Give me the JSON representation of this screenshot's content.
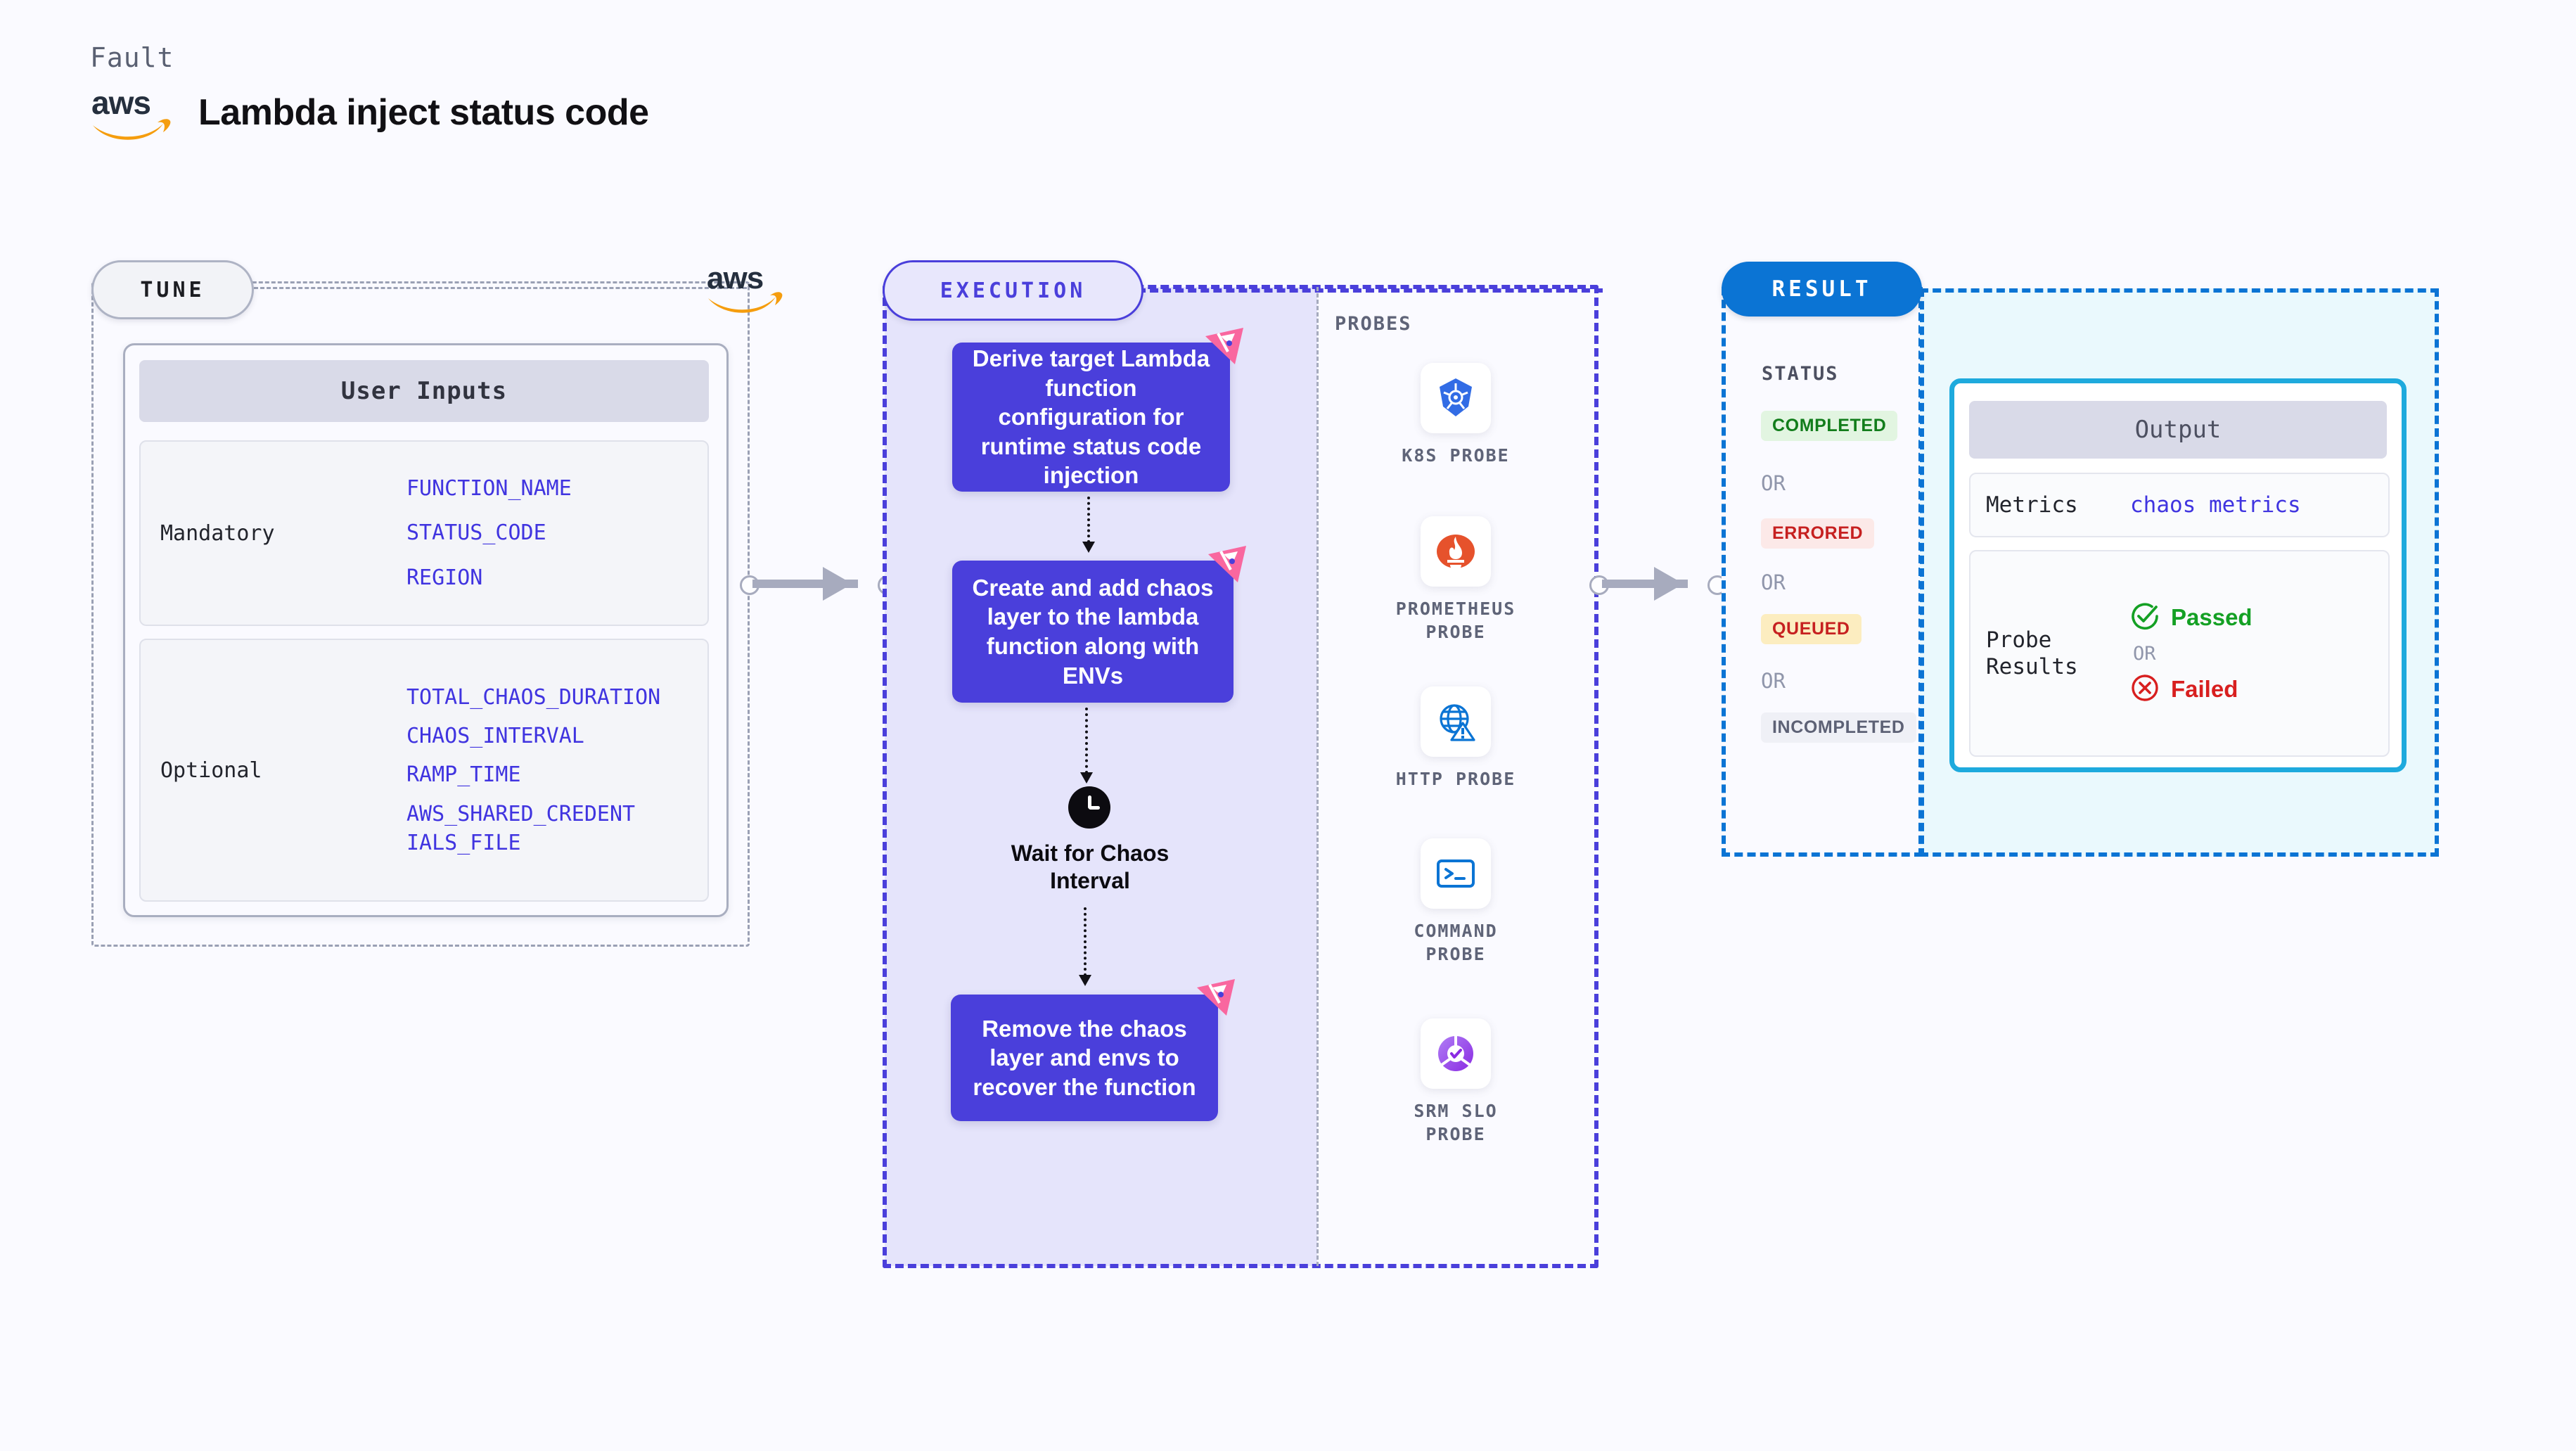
{
  "header": {
    "fault_label": "Fault",
    "title": "Lambda inject status code",
    "logo": "aws-logo"
  },
  "tune": {
    "pill_label": "TUNE",
    "badge_logo": "aws-logo",
    "card_title": "User Inputs",
    "groups": [
      {
        "label": "Mandatory",
        "vars": [
          "FUNCTION_NAME",
          "STATUS_CODE",
          "REGION"
        ]
      },
      {
        "label": "Optional",
        "vars": [
          "TOTAL_CHAOS_DURATION",
          "CHAOS_INTERVAL",
          "RAMP_TIME",
          "AWS_SHARED_CREDENTIALS_FILE"
        ]
      }
    ]
  },
  "execution": {
    "pill_label": "EXECUTION",
    "steps": [
      "Derive target Lambda function configuration for runtime status code injection",
      "Create and add chaos layer to the lambda function along with ENVs",
      "Remove the chaos layer and envs to recover the function"
    ],
    "wait_label": "Wait for Chaos Interval",
    "wait_icon": "clock-icon"
  },
  "probes": {
    "section_label": "PROBES",
    "items": [
      {
        "name": "K8S PROBE",
        "icon": "kubernetes-icon"
      },
      {
        "name": "PROMETHEUS PROBE",
        "icon": "prometheus-icon"
      },
      {
        "name": "HTTP PROBE",
        "icon": "globe-warning-icon"
      },
      {
        "name": "COMMAND PROBE",
        "icon": "terminal-icon"
      },
      {
        "name": "SRM SLO PROBE",
        "icon": "srm-slo-icon"
      }
    ]
  },
  "result": {
    "pill_label": "RESULT",
    "status_label": "STATUS",
    "or_label": "OR",
    "statuses": [
      {
        "label": "COMPLETED",
        "bg": "#e2f5e1",
        "fg": "#127d1b"
      },
      {
        "label": "ERRORED",
        "bg": "#fce9e8",
        "fg": "#c62020"
      },
      {
        "label": "QUEUED",
        "bg": "#fcedc0",
        "fg": "#c62020"
      },
      {
        "label": "INCOMPLETED",
        "bg": "#eff0f6",
        "fg": "#5d6175"
      }
    ]
  },
  "output": {
    "title": "Output",
    "metrics_label": "Metrics",
    "metrics_value": "chaos metrics",
    "probe_results_label": "Probe Results",
    "passed_label": "Passed",
    "failed_label": "Failed",
    "or_label": "OR",
    "passed_icon": "check-circle-icon",
    "failed_icon": "x-circle-icon"
  },
  "colors": {
    "page_bg": "#fafaff",
    "accent_purple": "#4a3fdb",
    "accent_blue": "#0b74d4",
    "accent_cyan": "#1eaadd",
    "aws_orange": "#f59d0e",
    "litmus_pink": "#f9679f",
    "connector_grey": "#a7abbe"
  }
}
